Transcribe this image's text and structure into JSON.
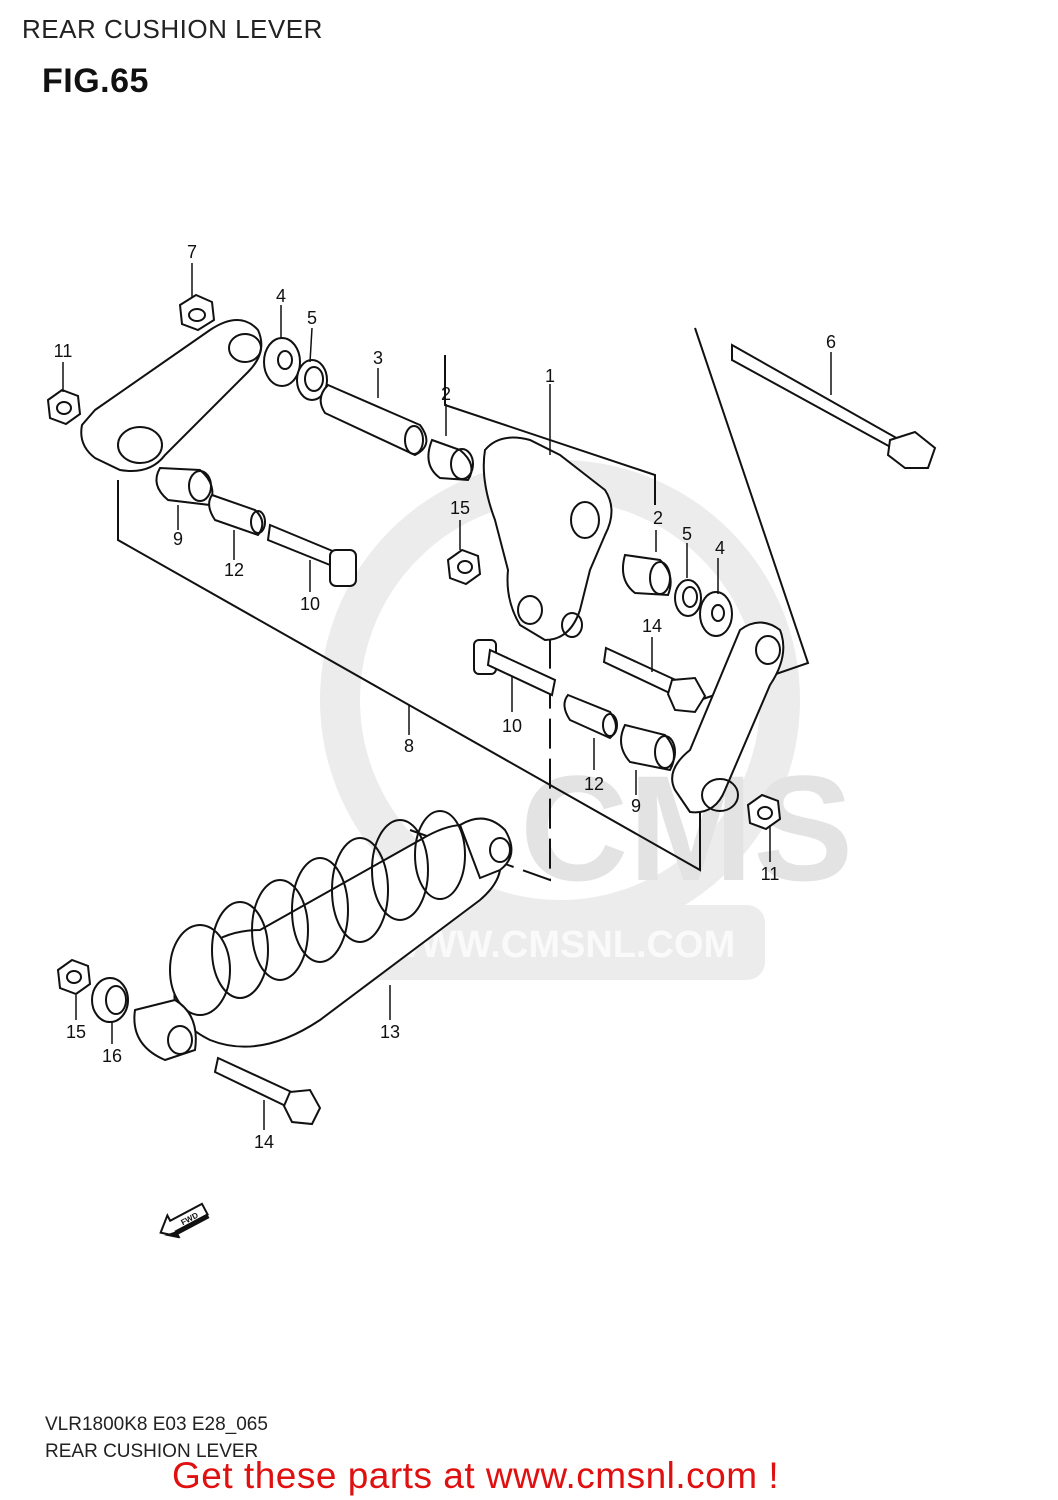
{
  "header": {
    "title": "REAR CUSHION LEVER",
    "figure": "FIG.65"
  },
  "watermark": {
    "brand": "CMS",
    "url": "WWW.CMSNL.COM"
  },
  "callouts": [
    {
      "id": "c1",
      "text": "1"
    },
    {
      "id": "c2a",
      "text": "2"
    },
    {
      "id": "c2b",
      "text": "2"
    },
    {
      "id": "c3",
      "text": "3"
    },
    {
      "id": "c4a",
      "text": "4"
    },
    {
      "id": "c4b",
      "text": "4"
    },
    {
      "id": "c5a",
      "text": "5"
    },
    {
      "id": "c5b",
      "text": "5"
    },
    {
      "id": "c6",
      "text": "6"
    },
    {
      "id": "c7",
      "text": "7"
    },
    {
      "id": "c8",
      "text": "8"
    },
    {
      "id": "c9a",
      "text": "9"
    },
    {
      "id": "c9b",
      "text": "9"
    },
    {
      "id": "c10a",
      "text": "10"
    },
    {
      "id": "c10b",
      "text": "10"
    },
    {
      "id": "c11a",
      "text": "11"
    },
    {
      "id": "c11b",
      "text": "11"
    },
    {
      "id": "c12a",
      "text": "12"
    },
    {
      "id": "c12b",
      "text": "12"
    },
    {
      "id": "c13",
      "text": "13"
    },
    {
      "id": "c14a",
      "text": "14"
    },
    {
      "id": "c14b",
      "text": "14"
    },
    {
      "id": "c15a",
      "text": "15"
    },
    {
      "id": "c15b",
      "text": "15"
    },
    {
      "id": "c16",
      "text": "16"
    }
  ],
  "fwd_label": "FWD",
  "footer": {
    "model_code": "VLR1800K8 E03 E28_065",
    "title": "REAR CUSHION LEVER",
    "promo": "Get these parts at www.cmsnl.com !"
  },
  "colors": {
    "promo": "#e01010",
    "line": "#111111",
    "watermark": "#e3e3e3"
  }
}
